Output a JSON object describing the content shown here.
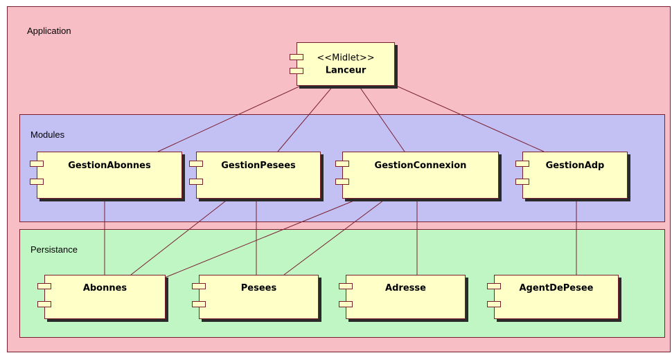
{
  "packages": {
    "application": "Application",
    "modules": "Modules",
    "persistance": "Persistance"
  },
  "components": {
    "lanceur": {
      "stereotype": "<<Midlet>>",
      "name": "Lanceur"
    },
    "gestion_abonnes": {
      "name": "GestionAbonnes"
    },
    "gestion_pesees": {
      "name": "GestionPesees"
    },
    "gestion_connexion": {
      "name": "GestionConnexion"
    },
    "gestion_adp": {
      "name": "GestionAdp"
    },
    "abonnes": {
      "name": "Abonnes"
    },
    "pesees": {
      "name": "Pesees"
    },
    "adresse": {
      "name": "Adresse"
    },
    "agent_de_pesee": {
      "name": "AgentDePesee"
    }
  },
  "colors": {
    "application_bg": "#f7bec6",
    "modules_bg": "#c3c0f4",
    "persistance_bg": "#c0f5c4",
    "component_fill": "#ffffc8",
    "line": "#7a1e2e"
  }
}
